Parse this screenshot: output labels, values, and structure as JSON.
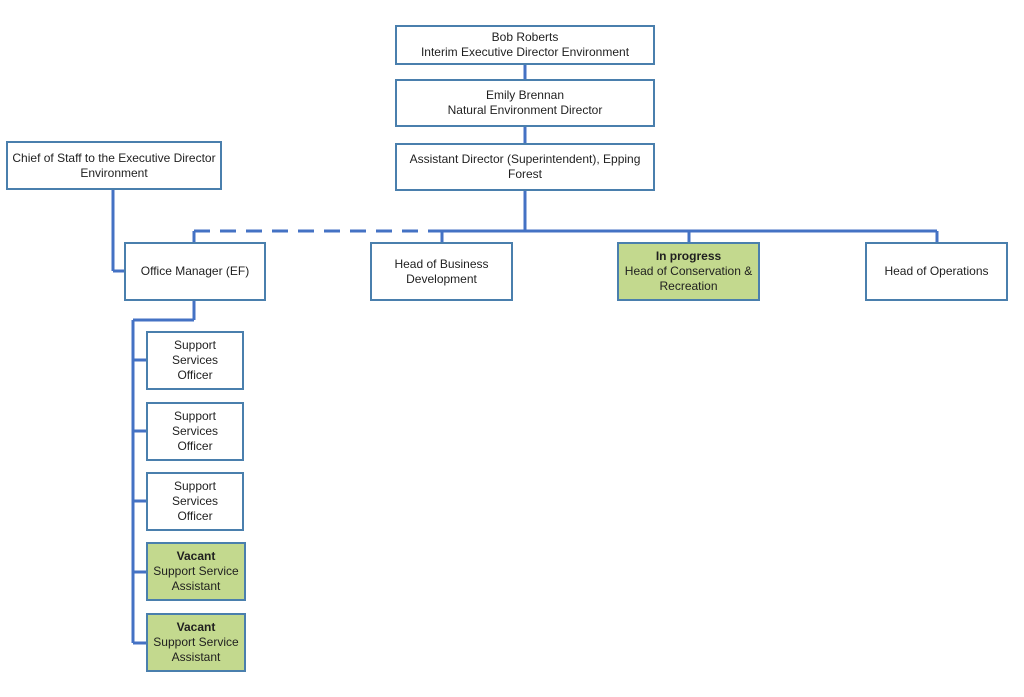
{
  "colors": {
    "border": "#4a7fad",
    "line": "#4472c4",
    "highlight_fill": "#c3d98e"
  },
  "nodes": {
    "bob": {
      "name": "Bob Roberts",
      "title": "Interim Executive Director Environment"
    },
    "emily": {
      "name": "Emily Brennan",
      "title": "Natural Environment Director"
    },
    "assistant_director": {
      "title": "Assistant Director (Superintendent), Epping Forest"
    },
    "chief_of_staff": {
      "title_line1": "Chief of Staff to the Executive Director",
      "title_line2": "Environment"
    },
    "office_manager": {
      "title": "Office Manager (EF)"
    },
    "head_business": {
      "title_line1": "Head of Business",
      "title_line2": "Development"
    },
    "head_conservation": {
      "status": "In progress",
      "title_line1": "Head of Conservation &",
      "title_line2": "Recreation"
    },
    "head_operations": {
      "title": "Head of Operations"
    },
    "support_officers": [
      {
        "title_line1": "Support Services",
        "title_line2": "Officer"
      },
      {
        "title_line1": "Support Services",
        "title_line2": "Officer"
      },
      {
        "title_line1": "Support Services",
        "title_line2": "Officer"
      }
    ],
    "support_assistants": [
      {
        "status": "Vacant",
        "title_line1": "Support Service",
        "title_line2": "Assistant"
      },
      {
        "status": "Vacant",
        "title_line1": "Support Service",
        "title_line2": "Assistant"
      }
    ]
  }
}
